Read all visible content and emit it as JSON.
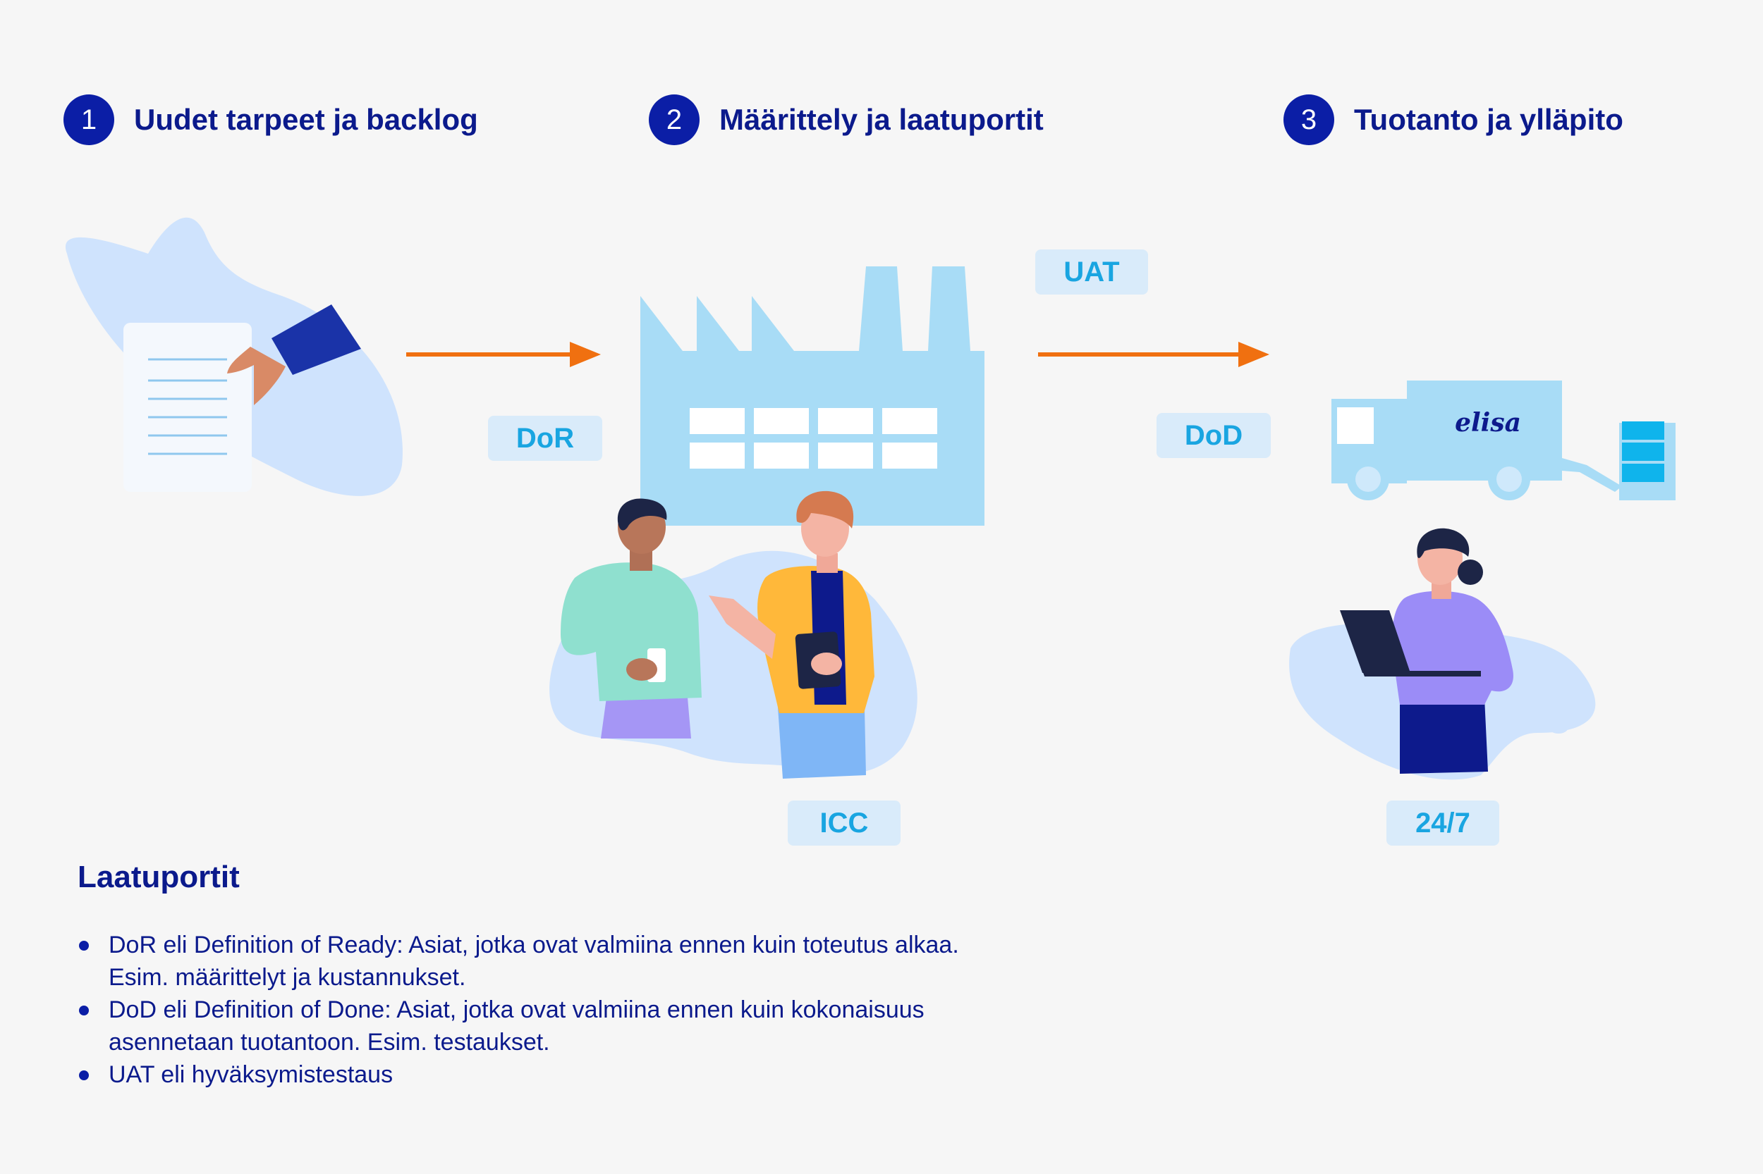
{
  "steps": [
    {
      "number": "1",
      "title": "Uudet tarpeet ja backlog"
    },
    {
      "number": "2",
      "title": "Määrittely ja laatuportit"
    },
    {
      "number": "3",
      "title": "Tuotanto ja ylläpito"
    }
  ],
  "badges": {
    "uat": "UAT",
    "dor": "DoR",
    "dod": "DoD",
    "icc": "ICC",
    "support": "24/7"
  },
  "truck_logo": "elisa",
  "legend": {
    "title": "Laatuportit",
    "items": [
      "DoR eli Definition of Ready: Asiat, jotka ovat valmiina ennen kuin toteutus alkaa. Esim. määrittelyt ja kustannukset.",
      "DoD eli Definition of Done: Asiat, jotka ovat valmiina ennen kuin kokonaisuus asennetaan tuotantoon. Esim. testaukset.",
      "UAT eli hyväksymistestaus"
    ]
  },
  "colors": {
    "navy": "#0b1a8c",
    "badge_bg": "#d9ebfa",
    "badge_text": "#19a5e1",
    "arrow": "#f07010",
    "light_blue": "#a8dcf6",
    "blob": "#cfe3fd"
  },
  "icons": [
    "document-hand-icon",
    "factory-icon",
    "people-talking-icon",
    "truck-icon",
    "woman-laptop-icon",
    "arrow-right-icon"
  ]
}
